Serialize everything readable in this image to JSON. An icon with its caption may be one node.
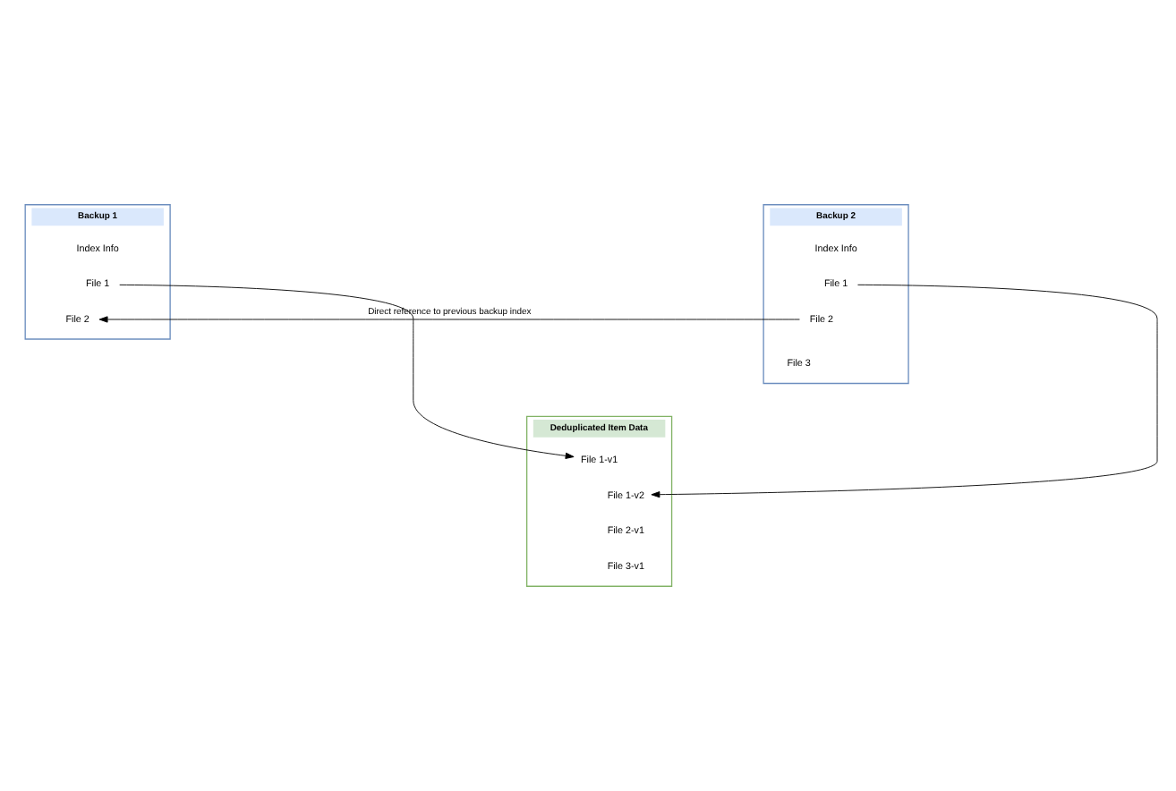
{
  "diagram": {
    "nodes": [
      {
        "text": [
          "Backup 1"
        ]
      },
      {
        "text": [
          "Index Info"
        ],
        "in": 0
      },
      {
        "text": [
          "File 1"
        ],
        "in": 0
      },
      {
        "text": [
          "File 2"
        ],
        "in": 0
      },
      {
        "text": [
          "Backup 2"
        ]
      },
      {
        "text": [
          "Index Info"
        ],
        "in": 4
      },
      {
        "text": [
          "File 1"
        ],
        "in": 4
      },
      {
        "text": [
          "File 2"
        ],
        "in": 4
      },
      {
        "text": [
          "File 3"
        ],
        "in": 4
      },
      {
        "text": [
          "Deduplicated Item Data"
        ]
      },
      {
        "text": [
          "File 1-v1"
        ],
        "in": 9
      },
      {
        "text": [
          "File 1-v2"
        ],
        "in": 9
      },
      {
        "text": [
          "File 2-v1"
        ],
        "in": 9
      },
      {
        "text": [
          "File 3-v1"
        ],
        "in": 9
      }
    ],
    "edges": [
      {
        "from": 2,
        "to": 10,
        "arrow": "to"
      },
      {
        "from": 7,
        "to": 3,
        "arrow": "to",
        "label": "Direct reference to previous backup index"
      },
      {
        "from": 6,
        "to": 11,
        "arrow": "to"
      }
    ]
  }
}
